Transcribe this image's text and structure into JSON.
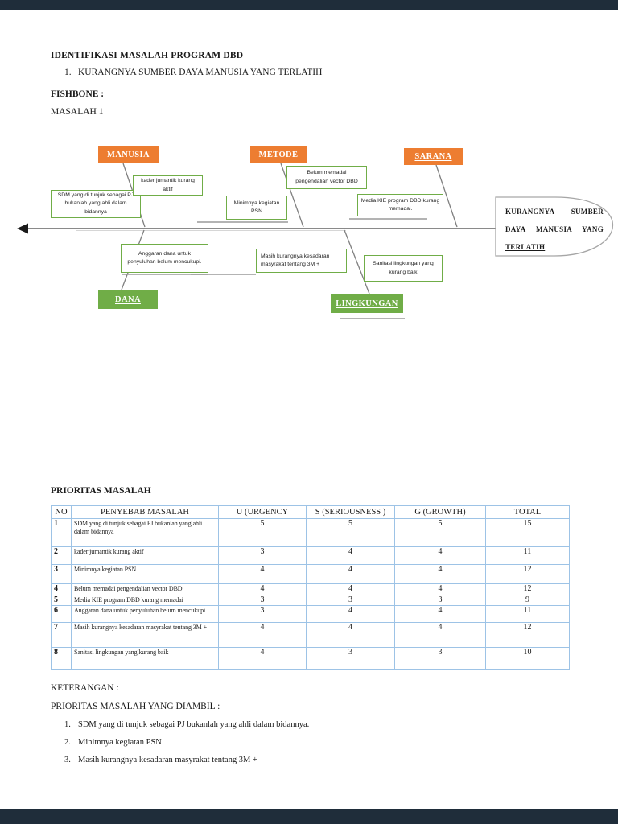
{
  "header": {
    "title": "IDENTIFIKASI MASALAH PROGRAM DBD",
    "item_number": "1.",
    "item_text": "KURANGNYA SUMBER DAYA MANUSIA YANG TERLATIH",
    "fishbone_label": "FISHBONE :",
    "masalah_label": "MASALAH 1"
  },
  "fishbone": {
    "categories": {
      "manusia": "MANUSIA",
      "metode": "METODE",
      "sarana": "SARANA",
      "dana": "DANA",
      "lingkungan": "LINGKUNGAN"
    },
    "causes": {
      "sdm": "SDM yang di tunjuk sebagai PJ bukanlah yang ahli dalam bidannya",
      "kader": "kader jumantik kurang aktif",
      "vector": "Belum memadai pengendalian vector DBD",
      "psn": "Minimnya kegiatan PSN",
      "media_kie": "Media KIE program DBD  kurang memadai.",
      "anggaran": "Anggaran dana untuk penyuluhan belum mencukupi.",
      "kesadaran": "Masih kurangnya kesadaran masyrakat tentang 3M +",
      "sanitasi": "Sanitasi lingkungan yang kurang baik"
    },
    "head": {
      "line1": "KURANGNYA SUMBER",
      "line2": "DAYA MANUSIA YANG",
      "line3": "TERLATIH"
    }
  },
  "priority_table": {
    "title": "PRIORITAS MASALAH",
    "headers": {
      "no": "NO",
      "cause": "PENYEBAB MASALAH",
      "u": "U (URGENCY",
      "s": "S (SERIOUSNESS )",
      "g": "G (GROWTH)",
      "total": "TOTAL"
    },
    "rows": [
      {
        "no": "1",
        "cause": "SDM yang di tunjuk sebagai PJ bukanlah yang ahli dalam bidannya",
        "u": "5",
        "s": "5",
        "g": "5",
        "total": "15"
      },
      {
        "no": "2",
        "cause": "kader jumantik kurang aktif",
        "u": "3",
        "s": "4",
        "g": "4",
        "total": "11"
      },
      {
        "no": "3",
        "cause": "Minimnya kegiatan PSN",
        "u": "4",
        "s": "4",
        "g": "4",
        "total": "12"
      },
      {
        "no": "4",
        "cause": "Belum memadai pengendalian vector DBD",
        "u": "4",
        "s": "4",
        "g": "4",
        "total": "12"
      },
      {
        "no": "5",
        "cause": "Media KIE program DBD  kurang memadai",
        "u": "3",
        "s": "3",
        "g": "3",
        "total": "9"
      },
      {
        "no": "6",
        "cause": "Anggaran dana untuk penyuluhan belum mencukupi",
        "u": "3",
        "s": "4",
        "g": "4",
        "total": "11"
      },
      {
        "no": "7",
        "cause": "Masih kurangnya kesadaran masyrakat tentang 3M +",
        "u": "4",
        "s": "4",
        "g": "4",
        "total": "12"
      },
      {
        "no": "8",
        "cause": "Sanitasi lingkungan yang kurang baik",
        "u": "4",
        "s": "3",
        "g": "3",
        "total": "10"
      }
    ]
  },
  "notes": {
    "keterangan_label": "KETERANGAN :",
    "priority_label": "PRIORITAS MASALAH YANG DIAMBIL :",
    "items": [
      {
        "num": "1.",
        "text": "SDM yang di tunjuk sebagai PJ bukanlah yang ahli dalam bidannya."
      },
      {
        "num": "2.",
        "text": "Minimnya kegiatan PSN"
      },
      {
        "num": "3.",
        "text": "Masih kurangnya kesadaran masyrakat tentang 3M +"
      }
    ]
  },
  "colors": {
    "accent_orange": "#ED7D31",
    "accent_green": "#70AD47",
    "table_border": "#9DC3E6",
    "viewer_bar": "#1F2D3A",
    "line_gray": "#7F7F7F"
  }
}
